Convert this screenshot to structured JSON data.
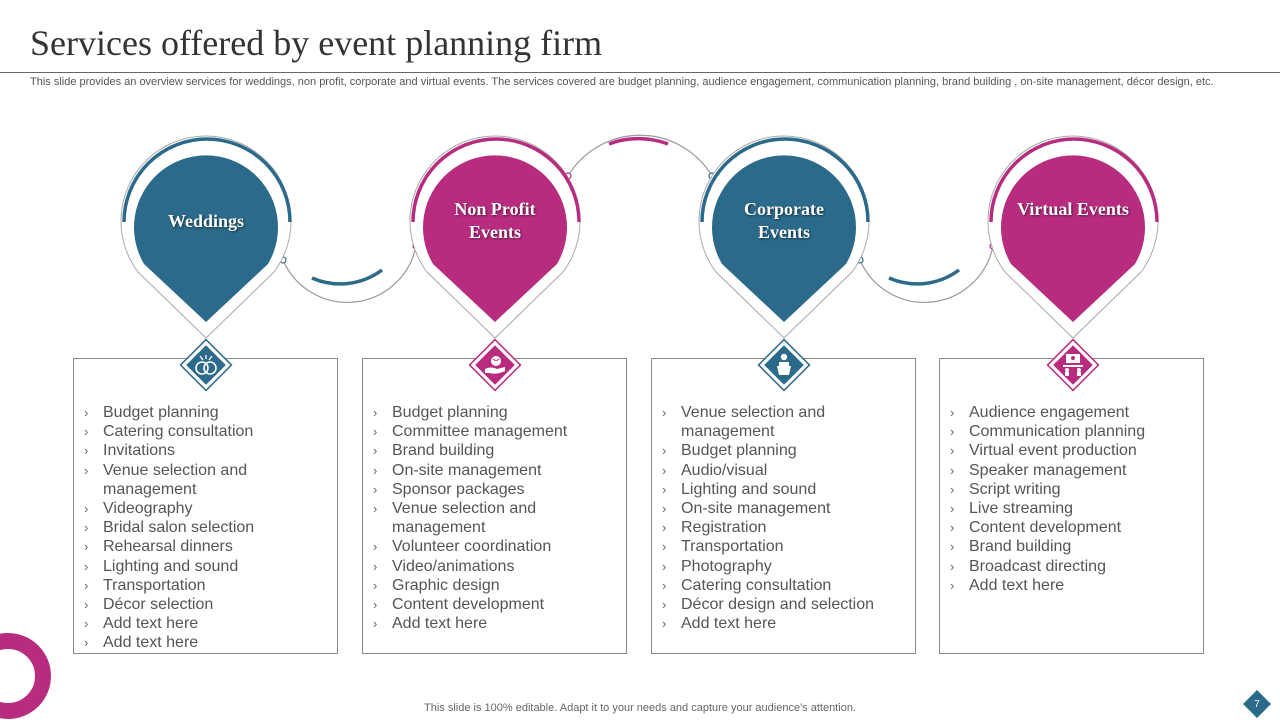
{
  "title": "Services offered by event planning firm",
  "subtitle": "This slide provides an overview services for weddings, non profit, corporate and virtual events. The services covered are budget planning, audience engagement, communication planning, brand building , on-site management, décor design, etc.",
  "colors": {
    "teal": "#2b6a8a",
    "magenta": "#b82c80"
  },
  "categories": [
    {
      "name": "Weddings",
      "color": "teal",
      "icon": "rings-icon",
      "items": [
        "Budget planning",
        "Catering consultation",
        "Invitations",
        "Venue selection and management",
        "Videography",
        "Bridal salon selection",
        "Rehearsal dinners",
        "Lighting and sound",
        "Transportation",
        "Décor selection",
        "Add text here",
        "Add text here"
      ]
    },
    {
      "name": "Non Profit Events",
      "color": "magenta",
      "icon": "hand-globe-icon",
      "items": [
        "Budget planning",
        "Committee management",
        "Brand building",
        "On-site management",
        "Sponsor packages",
        "Venue selection and management",
        "Volunteer coordination",
        "Video/animations",
        "Graphic design",
        "Content development",
        "Add text here"
      ]
    },
    {
      "name": "Corporate Events",
      "color": "teal",
      "icon": "speaker-podium-icon",
      "items": [
        "Venue selection and management",
        "Budget planning",
        "Audio/visual",
        "Lighting and sound",
        "On-site management",
        "Registration",
        "Transportation",
        "Photography",
        "Catering consultation",
        "Décor design and selection",
        "Add text here"
      ]
    },
    {
      "name": "Virtual Events",
      "color": "magenta",
      "icon": "virtual-meeting-icon",
      "items": [
        "Audience engagement",
        "Communication planning",
        "Virtual event production",
        "Speaker management",
        "Script writing",
        "Live streaming",
        "Content development",
        "Brand building",
        "Broadcast directing",
        "Add text here"
      ]
    }
  ],
  "footer": "This slide is 100% editable. Adapt it to your needs and capture your audience's attention.",
  "page_number": "7"
}
